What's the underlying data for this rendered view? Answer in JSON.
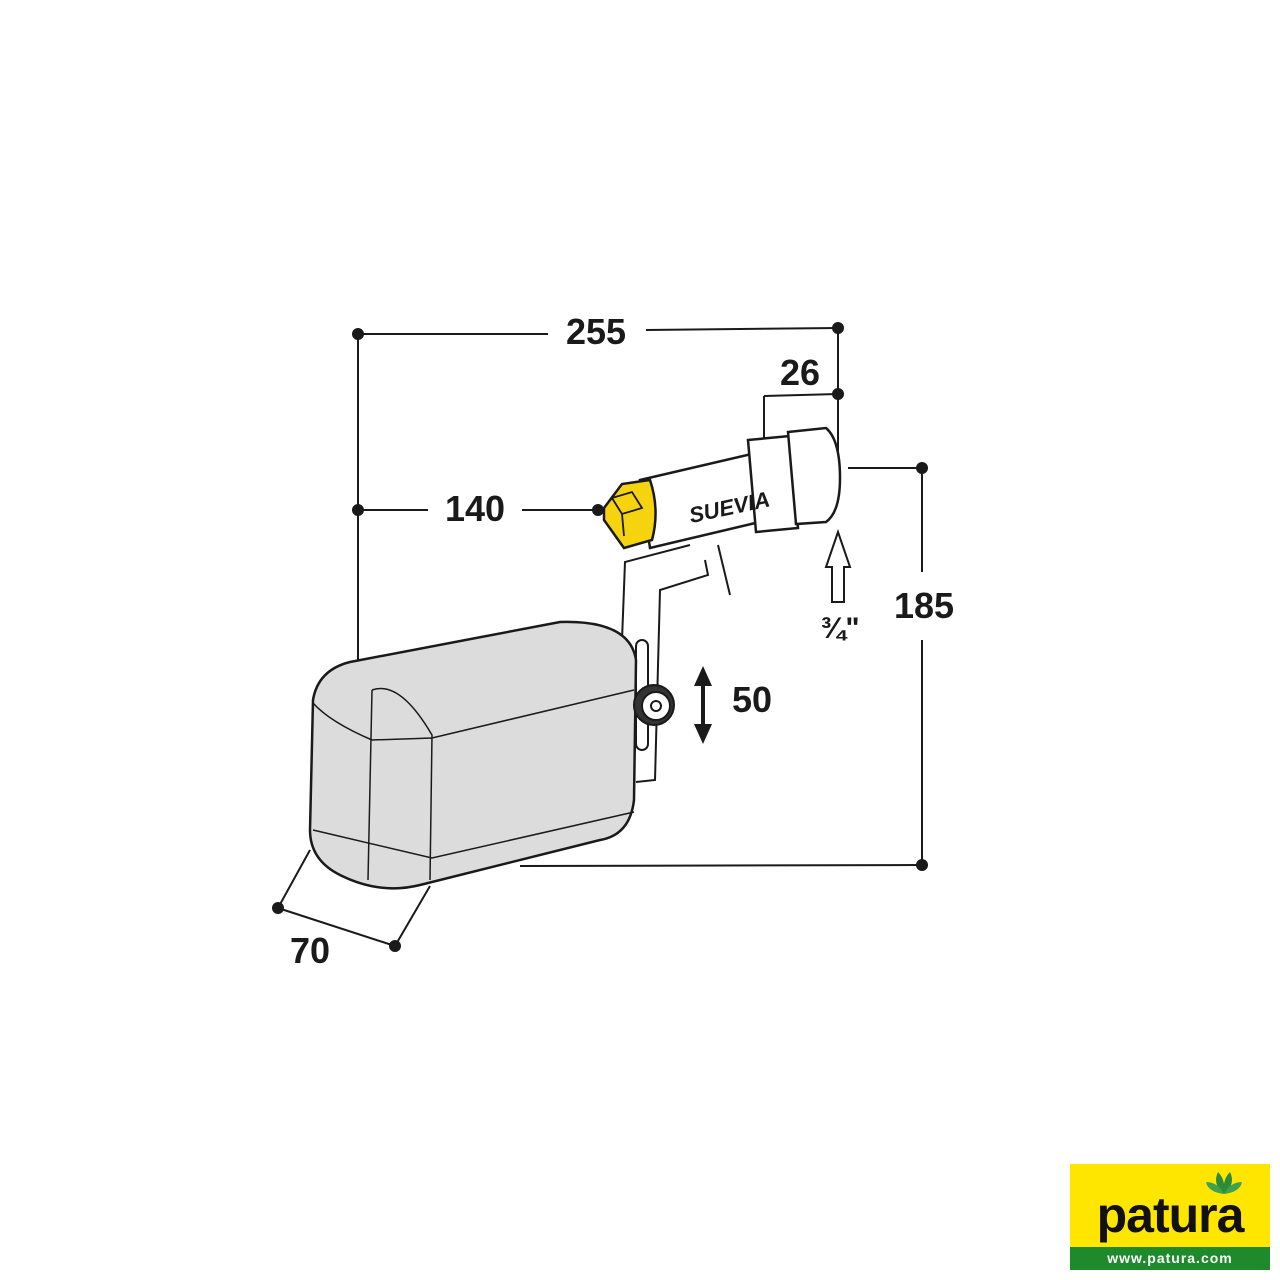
{
  "product": {
    "valve_brand": "SUEVIA"
  },
  "dimensions": {
    "overall_length": "255",
    "valve_offset": "140",
    "thread_length": "26",
    "height": "185",
    "float_travel": "50",
    "float_depth": "70",
    "thread_size": "¾\""
  },
  "colors": {
    "nut_yellow": "#f5d40f",
    "float_fill": "#dcdcdc",
    "line": "#1a1a1a",
    "logo_yellow": "#ffe600",
    "logo_green": "#1f8a2b"
  },
  "logo": {
    "brand": "patura",
    "url": "www.patura.com"
  }
}
